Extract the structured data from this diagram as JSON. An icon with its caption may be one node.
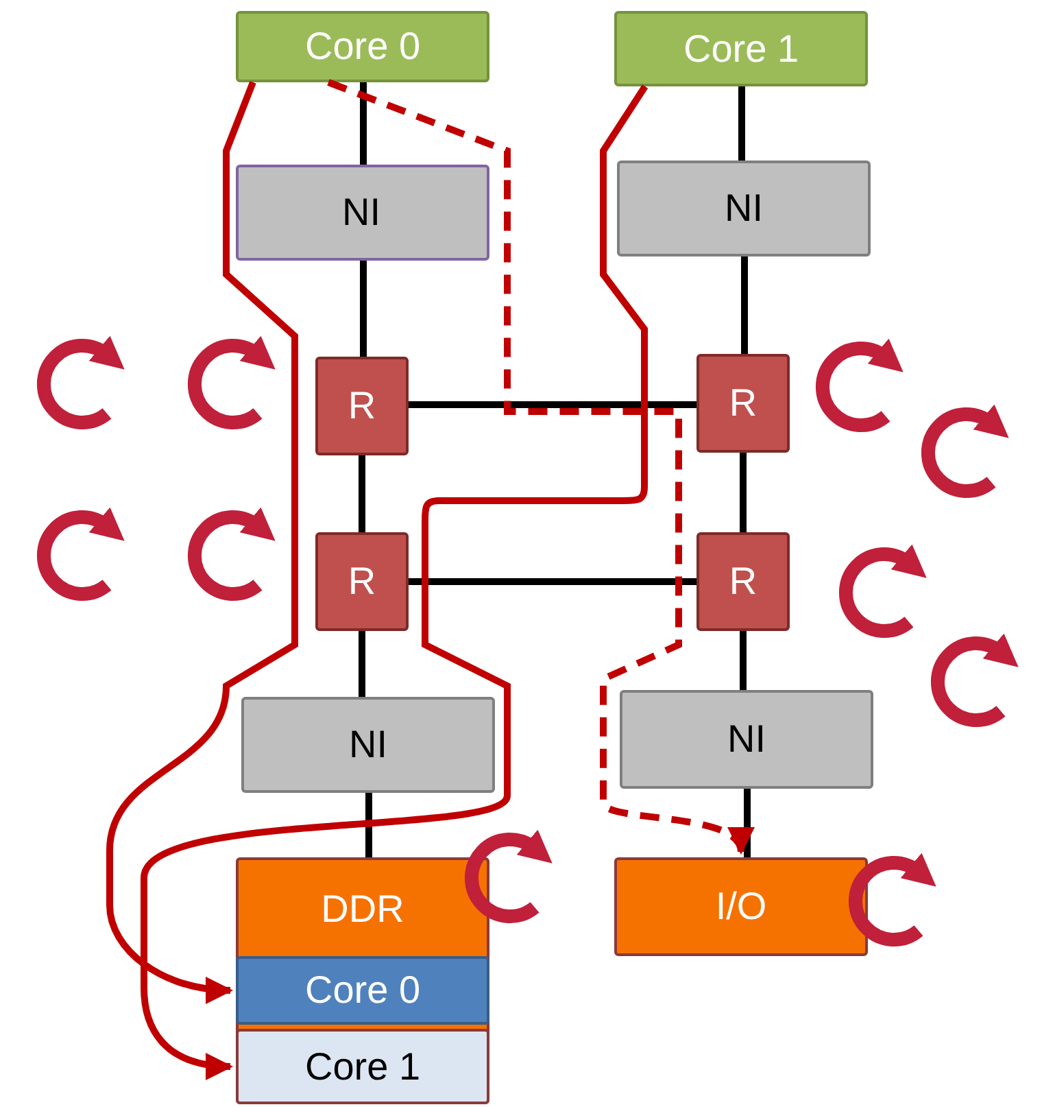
{
  "diagram": {
    "nodes": [
      {
        "text": [
          "Core 0"
        ]
      },
      {
        "text": [
          "Core 1"
        ]
      },
      {
        "text": [
          "NI"
        ]
      },
      {
        "text": [
          "NI"
        ]
      },
      {
        "text": [
          "R"
        ]
      },
      {
        "text": [
          "R"
        ]
      },
      {
        "text": [
          "R"
        ]
      },
      {
        "text": [
          "R"
        ]
      },
      {
        "text": [
          "NI"
        ]
      },
      {
        "text": [
          "NI"
        ]
      },
      {
        "text": [
          "DDR"
        ]
      },
      {
        "text": [
          "Core 0"
        ],
        "in": 10
      },
      {
        "text": [
          "Core 1"
        ],
        "in": 10
      },
      {
        "text": [
          "I/O"
        ]
      }
    ],
    "edges": [
      {
        "from": 0,
        "to": 2,
        "arrow": "none"
      },
      {
        "from": 2,
        "to": 4,
        "arrow": "none"
      },
      {
        "from": 4,
        "to": 6,
        "arrow": "none"
      },
      {
        "from": 6,
        "to": 8,
        "arrow": "none"
      },
      {
        "from": 8,
        "to": 10,
        "arrow": "none"
      },
      {
        "from": 1,
        "to": 3,
        "arrow": "none"
      },
      {
        "from": 3,
        "to": 5,
        "arrow": "none"
      },
      {
        "from": 5,
        "to": 7,
        "arrow": "none"
      },
      {
        "from": 7,
        "to": 9,
        "arrow": "none"
      },
      {
        "from": 9,
        "to": 13,
        "arrow": "none"
      },
      {
        "from": 4,
        "to": 5,
        "arrow": "none"
      },
      {
        "from": 6,
        "to": 7,
        "arrow": "none"
      },
      {
        "from": 0,
        "to": 11,
        "arrow": "to",
        "color": "#c00000"
      },
      {
        "from": 1,
        "to": 12,
        "arrow": "to",
        "color": "#c00000"
      },
      {
        "from": 0,
        "to": 13,
        "arrow": "to",
        "style": "dashed",
        "color": "#c00000"
      }
    ]
  }
}
